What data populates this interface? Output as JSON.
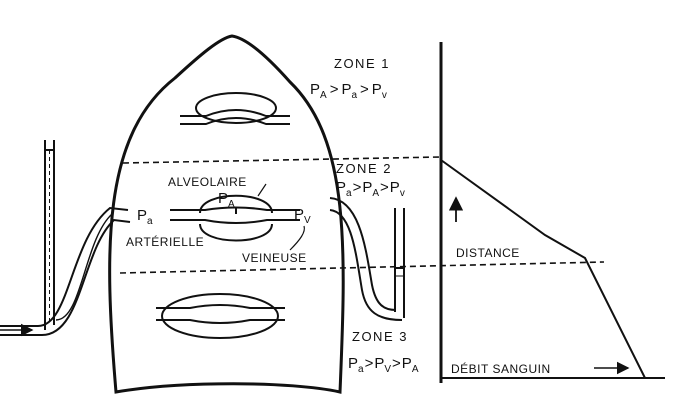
{
  "zones": [
    {
      "title": "ZONE 1",
      "p1": "P",
      "s1": "A",
      "op1": ">",
      "p2": "P",
      "s2": "a",
      "op2": ">",
      "p3": "P",
      "s3": "v"
    },
    {
      "title": "ZONE 2",
      "p1": "P",
      "s1": "a",
      "op1": ">",
      "p2": "P",
      "s2": "A",
      "op2": ">",
      "p3": "P",
      "s3": "v"
    },
    {
      "title": "ZONE 3",
      "p1": "P",
      "s1": "a",
      "op1": ">",
      "p2": "P",
      "s2": "V",
      "op2": ">",
      "p3": "P",
      "s3": "A"
    }
  ],
  "lung_labels": {
    "alveolar": "ALVEOLAIRE",
    "p_alv": "P",
    "p_alv_sub": "A",
    "p_art": "P",
    "p_art_sub": "a",
    "p_ven": "P",
    "p_ven_sub": "V",
    "arterial": "ARTÉRIELLE",
    "venous": "VEINEUSE"
  },
  "graph_labels": {
    "distance": "DISTANCE",
    "flow": "DÉBIT SANGUIN"
  }
}
